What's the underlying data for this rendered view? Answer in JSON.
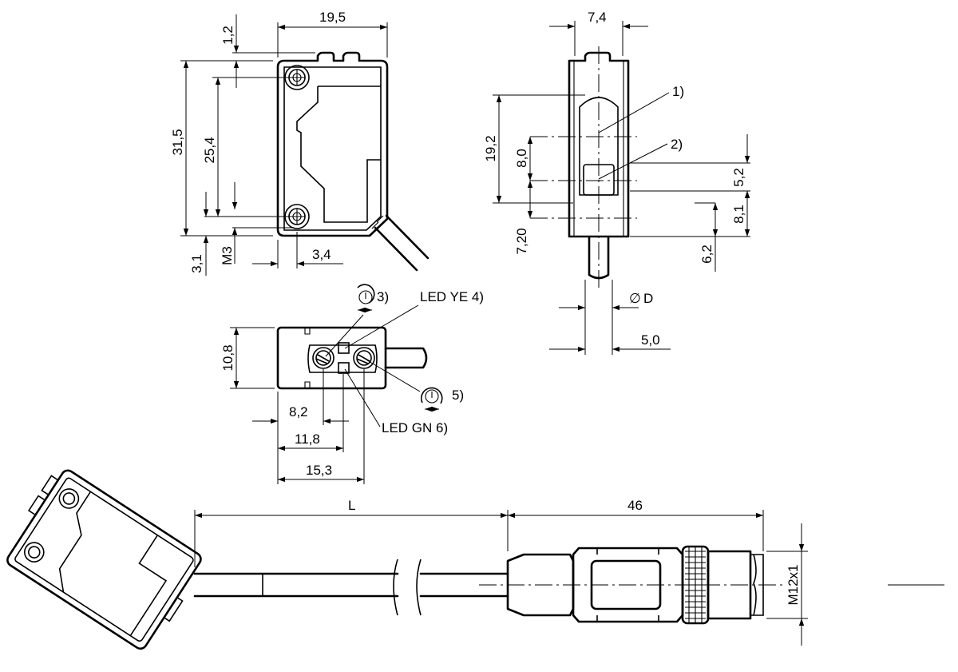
{
  "front_view": {
    "dim_width": "19,5",
    "dim_top_offset": "1,2",
    "dim_height": "31,5",
    "dim_hole_pitch": "25,4",
    "dim_bottom_offset": "3,1",
    "dim_thread": "M3",
    "dim_hole_x": "3,4"
  },
  "side_view": {
    "dim_width": "7,4",
    "dim_lens_height": "19,2",
    "dim_lens_center": "8,0",
    "dim_lower": "7,20",
    "dim_window_top": "5,2",
    "dim_window_bottom": "8,1",
    "dim_base": "6,2",
    "dim_cable_diameter": "D",
    "diameter_symbol": "∅",
    "dim_cable_offset": "5,0",
    "callout_1": "1)",
    "callout_2": "2)"
  },
  "top_view": {
    "dim_height": "10,8",
    "dim_8_2": "8,2",
    "dim_11_8": "11,8",
    "dim_15_3": "15,3",
    "callout_3": "3)",
    "callout_5": "5)",
    "led_yellow": "LED YE 4)",
    "led_green": "LED GN 6)"
  },
  "cable_view": {
    "dim_length": "L",
    "dim_connector": "46",
    "dim_thread": "M12x1"
  }
}
